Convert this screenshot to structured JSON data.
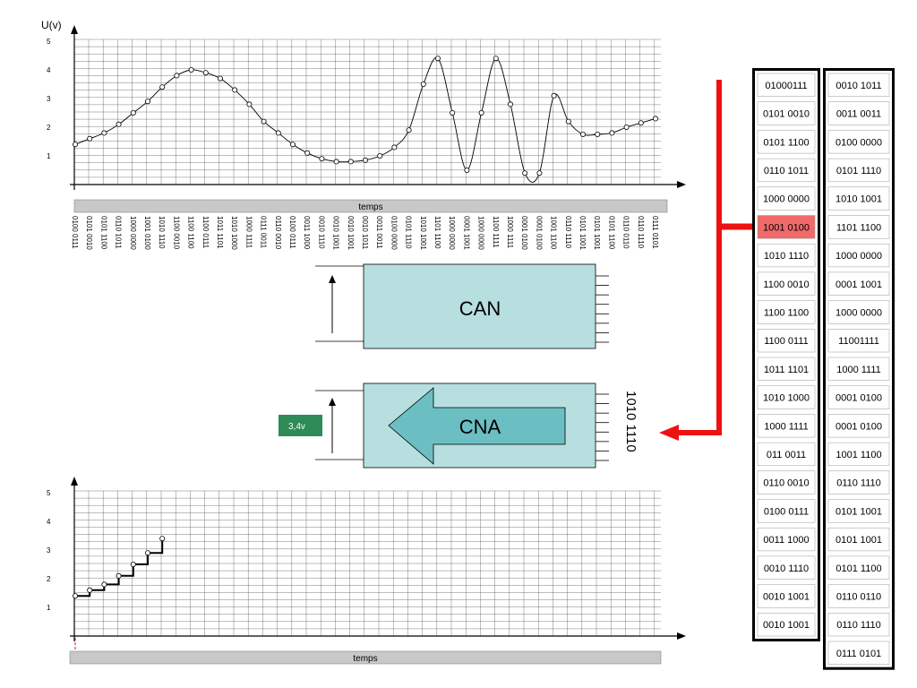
{
  "top_plot": {
    "y_axis_label": "U(v)",
    "y_tick_labels": [
      "1",
      "2",
      "3",
      "4",
      "5"
    ],
    "time_label": "temps",
    "samples": [
      {
        "code": "0100 0111",
        "u": 1.4
      },
      {
        "code": "0101 0010",
        "u": 1.6
      },
      {
        "code": "0101 1100",
        "u": 1.8
      },
      {
        "code": "0110 1011",
        "u": 2.1
      },
      {
        "code": "1000 0000",
        "u": 2.5
      },
      {
        "code": "1001 0100",
        "u": 2.9
      },
      {
        "code": "1010 1110",
        "u": 3.4
      },
      {
        "code": "1100 0010",
        "u": 3.8
      },
      {
        "code": "1100 1100",
        "u": 4.0
      },
      {
        "code": "1100 0111",
        "u": 3.9
      },
      {
        "code": "1011 1101",
        "u": 3.7
      },
      {
        "code": "1010 1000",
        "u": 3.3
      },
      {
        "code": "1000 1111",
        "u": 2.8
      },
      {
        "code": "0111 0011",
        "u": 2.2
      },
      {
        "code": "0110 0010",
        "u": 1.8
      },
      {
        "code": "0100 0111",
        "u": 1.4
      },
      {
        "code": "0011 1000",
        "u": 1.1
      },
      {
        "code": "0010 1110",
        "u": 0.9
      },
      {
        "code": "0010 1001",
        "u": 0.8
      },
      {
        "code": "0010 1001",
        "u": 0.8
      },
      {
        "code": "0010 1011",
        "u": 0.85
      },
      {
        "code": "0011 0011",
        "u": 1.0
      },
      {
        "code": "0100 0000",
        "u": 1.3
      },
      {
        "code": "0101 1110",
        "u": 1.9
      },
      {
        "code": "1010 1001",
        "u": 3.5
      },
      {
        "code": "1101 1100",
        "u": 4.4
      },
      {
        "code": "1000 0000",
        "u": 2.5
      },
      {
        "code": "0001 1001",
        "u": 0.5
      },
      {
        "code": "1000 0000",
        "u": 2.5
      },
      {
        "code": "1100 1111",
        "u": 4.4
      },
      {
        "code": "1000 1111",
        "u": 2.8
      },
      {
        "code": "0001 0100",
        "u": 0.4
      },
      {
        "code": "0001 0100",
        "u": 0.4
      },
      {
        "code": "1001 1100",
        "u": 3.1
      },
      {
        "code": "0110 1110",
        "u": 2.2
      },
      {
        "code": "0101 1001",
        "u": 1.75
      },
      {
        "code": "0101 1001",
        "u": 1.75
      },
      {
        "code": "0101 1100",
        "u": 1.8
      },
      {
        "code": "0110 0110",
        "u": 2.0
      },
      {
        "code": "0110 1110",
        "u": 2.15
      },
      {
        "code": "0111 0101",
        "u": 2.3
      }
    ]
  },
  "can_block": {
    "label": "CAN"
  },
  "cna_block": {
    "label": "CNA",
    "input_code": "1010 1110",
    "output_value": "3,4v"
  },
  "bottom_plot": {
    "y_tick_labels": [
      "1",
      "2",
      "3",
      "4",
      "5"
    ],
    "time_label": "temps",
    "steps": [
      1.4,
      1.6,
      1.8,
      2.1,
      2.5,
      2.9,
      3.4
    ]
  },
  "memory": {
    "highlight_color": "#f06a6a",
    "arrow_color": "#ee1111",
    "cna_output_color": "#2e8b57",
    "block_color": "#b7dfe0",
    "column1": [
      {
        "code": "01000111"
      },
      {
        "code": "0101 0010"
      },
      {
        "code": "0101 1100"
      },
      {
        "code": "0110 1011"
      },
      {
        "code": "1000 0000"
      },
      {
        "code": "1001 0100",
        "highlighted": true
      },
      {
        "code": "1010 1110"
      },
      {
        "code": "1100 0010"
      },
      {
        "code": "1100 1100"
      },
      {
        "code": "1100 0111"
      },
      {
        "code": "1011 1101"
      },
      {
        "code": "1010 1000"
      },
      {
        "code": "1000 1111"
      },
      {
        "code": "011 0011"
      },
      {
        "code": "0110 0010"
      },
      {
        "code": "0100 0111"
      },
      {
        "code": "0011 1000"
      },
      {
        "code": "0010 1110"
      },
      {
        "code": "0010 1001"
      },
      {
        "code": "0010 1001"
      }
    ],
    "column2": [
      {
        "code": "0010 1011"
      },
      {
        "code": "0011 0011"
      },
      {
        "code": "0100 0000"
      },
      {
        "code": "0101 1110"
      },
      {
        "code": "1010 1001"
      },
      {
        "code": "1101 1100"
      },
      {
        "code": "1000 0000"
      },
      {
        "code": "0001 1001"
      },
      {
        "code": "1000 0000"
      },
      {
        "code": "11001111"
      },
      {
        "code": "1000 1111"
      },
      {
        "code": "0001 0100"
      },
      {
        "code": "0001 0100"
      },
      {
        "code": "1001 1100"
      },
      {
        "code": "0110 1110"
      },
      {
        "code": "0101 1001"
      },
      {
        "code": "0101 1001"
      },
      {
        "code": "0101 1100"
      },
      {
        "code": "0110 0110"
      },
      {
        "code": "0110 1110"
      },
      {
        "code": "0111 0101"
      }
    ]
  }
}
